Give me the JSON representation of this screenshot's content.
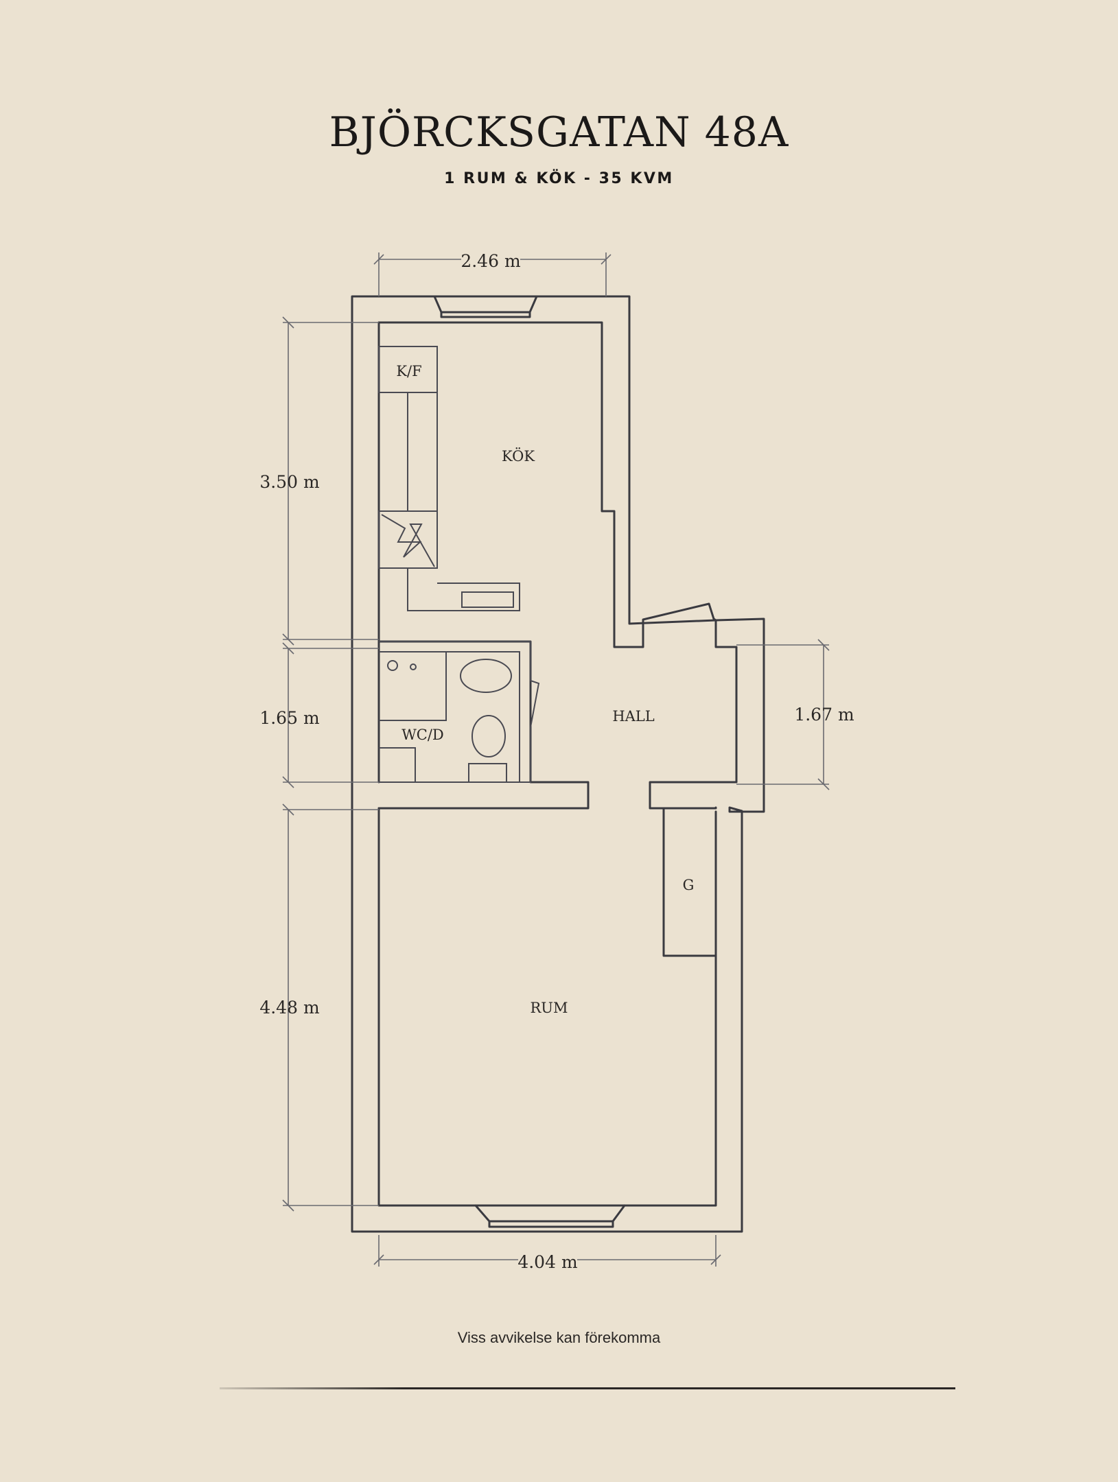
{
  "header": {
    "title": "BJÖRCKSGATAN 48A",
    "subtitle": "1 RUM & KÖK  -  35 KVM"
  },
  "plan": {
    "rooms": {
      "kf": "K/F",
      "kok": "KÖK",
      "wcd": "WC/D",
      "hall": "HALL",
      "g": "G",
      "rum": "RUM"
    },
    "dimensions": {
      "top_width": "2.46 m",
      "kitchen_height": "3.50 m",
      "bath_height": "1.65 m",
      "hall_height": "1.67 m",
      "room_height": "4.48 m",
      "bottom_width": "4.04 m"
    }
  },
  "footer": {
    "disclaimer": "Viss avvikelse kan förekomma"
  }
}
